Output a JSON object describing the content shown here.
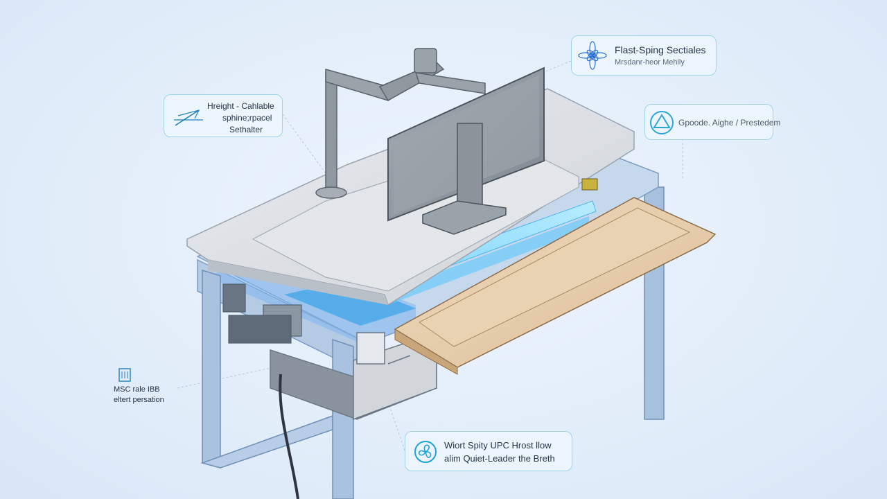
{
  "callouts": {
    "height_adjustable": {
      "line1": "Hreight - Cahlable",
      "line2": "sphine;rpacel",
      "line3": "Sethalter",
      "icon": "pencil-icon"
    },
    "fast_spring": {
      "title": "Flast-Sping Sectiales",
      "subtitle": "Mrsdanr-heor Mehily",
      "icon": "flower-icon"
    },
    "spoode": {
      "title": "Gpoode. Aighe / Prestedem",
      "icon": "triangle-circle-icon"
    },
    "msc": {
      "line1": "MSC rale IBB",
      "line2": "eltert persation",
      "icon": "chip-icon"
    },
    "wiort": {
      "line1": "Wiort Spity UPC Hrost llow",
      "line2": "alim Quiet-Leader the Breth",
      "icon": "fan-icon"
    }
  },
  "colors": {
    "callout_border": "#9fd2ec",
    "accent_blue": "#4aa8e8",
    "glow_blue": "#5ec8ff",
    "desk_gray": "#d7dbe0",
    "wood": "#e8cfae"
  }
}
